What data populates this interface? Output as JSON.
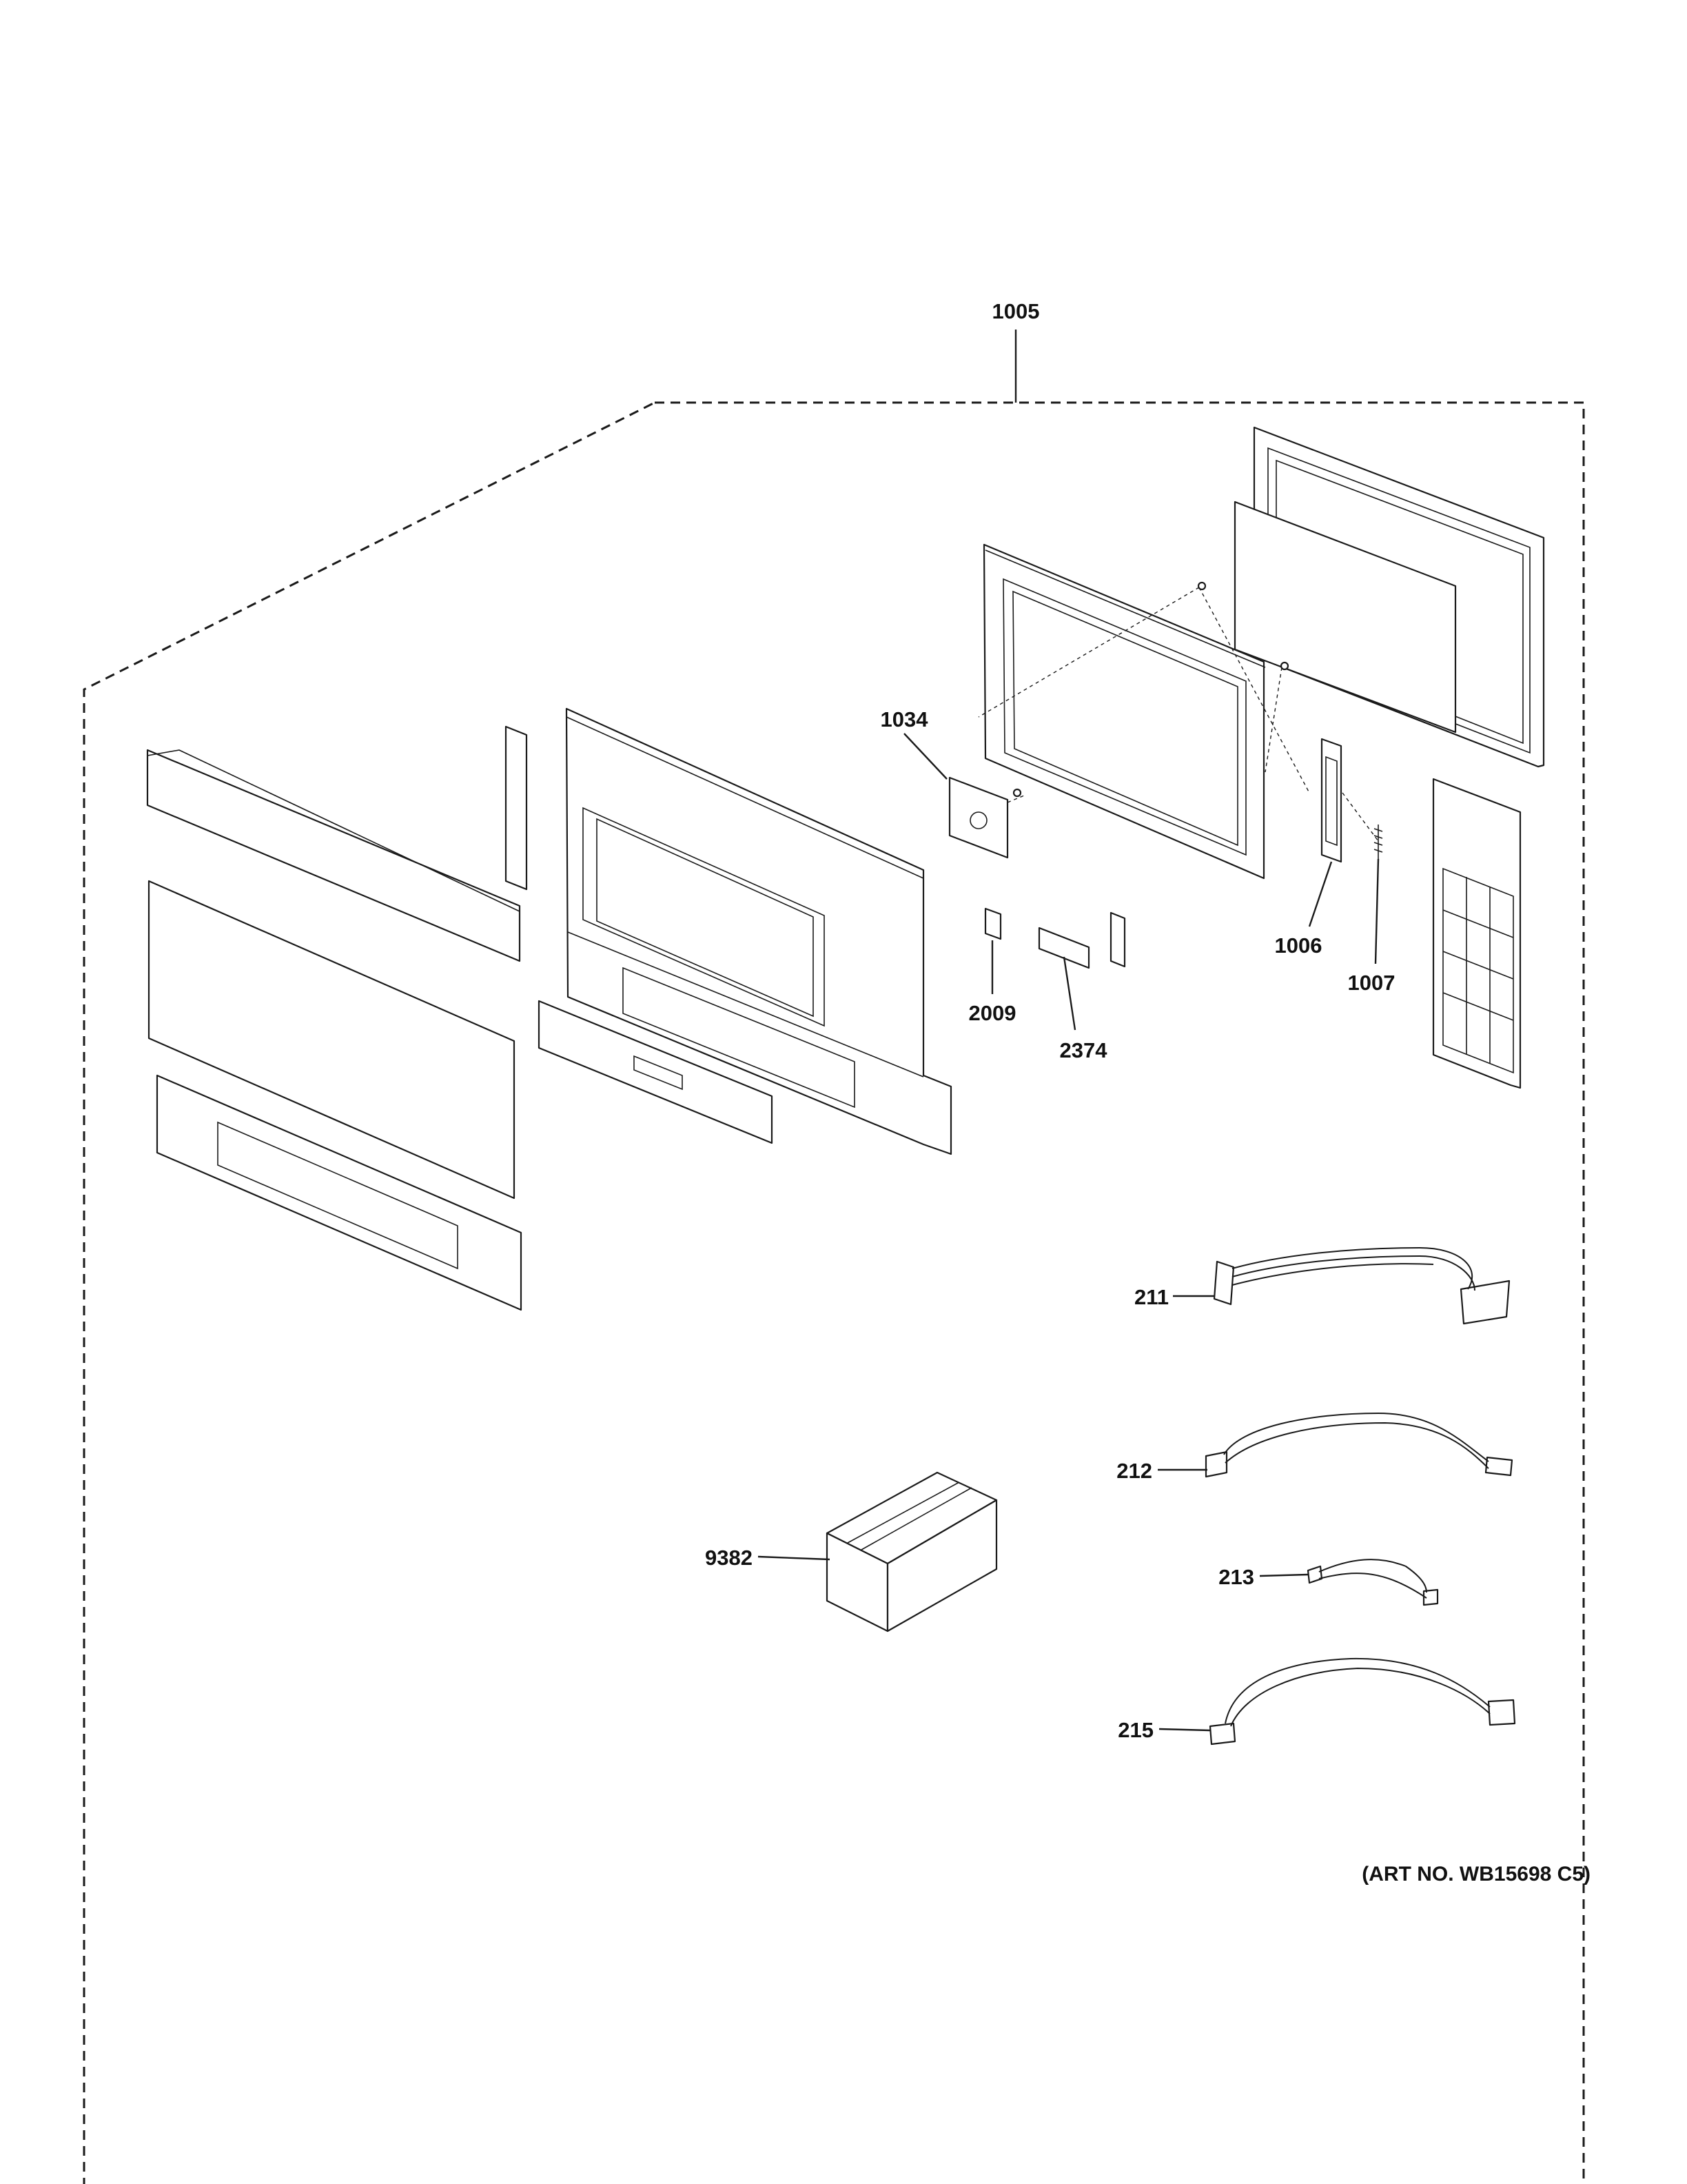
{
  "diagram": {
    "callouts": {
      "c1005": "1005",
      "c1034": "1034",
      "c1006": "1006",
      "c1007": "1007",
      "c2009": "2009",
      "c2374": "2374",
      "c211": "211",
      "c212": "212",
      "c213": "213",
      "c215": "215",
      "c9382": "9382"
    },
    "art_number": "(ART NO. WB15698 C5)"
  }
}
